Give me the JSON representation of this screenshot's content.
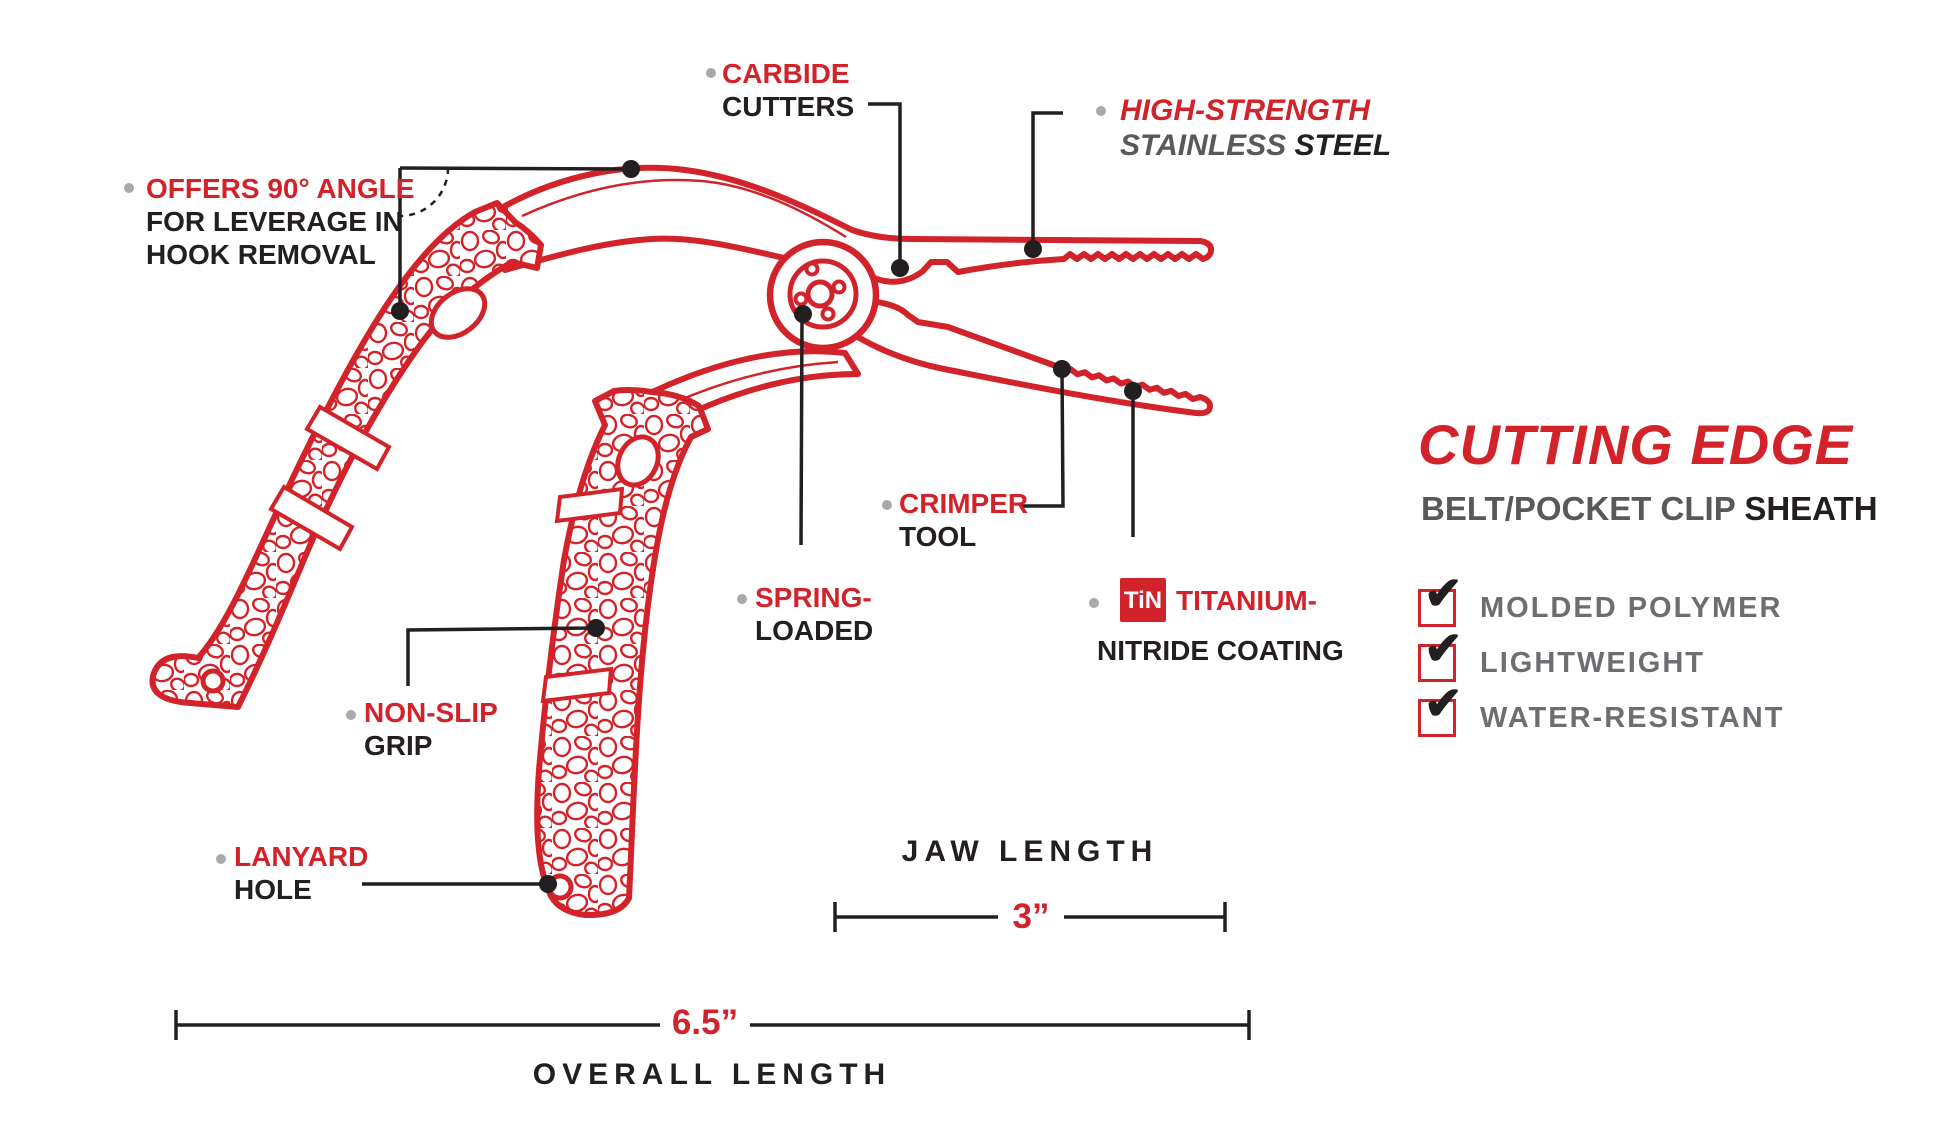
{
  "colors": {
    "red": "#D2232A",
    "black": "#231F20",
    "gray": "#58595B",
    "gray_light": "#6D6E71",
    "bullet_gray": "#A7A9AC"
  },
  "callouts": {
    "carbide": {
      "line1": "CARBIDE",
      "line2": "CUTTERS"
    },
    "high_strength": {
      "line1": "HIGH-STRENGTH",
      "line2_gray": "STAINLESS",
      "line2_black": "STEEL"
    },
    "angle": {
      "line1": "OFFERS 90° ANGLE",
      "line2": "FOR LEVERAGE IN",
      "line3": "HOOK REMOVAL"
    },
    "crimper": {
      "line1": "CRIMPER",
      "line2": "TOOL"
    },
    "spring": {
      "line1": "SPRING-",
      "line2": "LOADED"
    },
    "titanium": {
      "badge": "TiN",
      "line1": "TITANIUM-",
      "line2": "NITRIDE COATING"
    },
    "non_slip": {
      "line1": "NON-SLIP",
      "line2": "GRIP"
    },
    "lanyard": {
      "line1": "LANYARD",
      "line2": "HOLE"
    }
  },
  "dimensions": {
    "jaw": {
      "label": "JAW LENGTH",
      "value": "3”"
    },
    "overall": {
      "label": "OVERALL LENGTH",
      "value": "6.5”"
    }
  },
  "sheath": {
    "title": "CUTTING EDGE",
    "subtitle_gray": "BELT/POCKET CLIP",
    "subtitle_black": "SHEATH",
    "check_char": "✔",
    "features": [
      "MOLDED POLYMER",
      "LIGHTWEIGHT",
      "WATER-RESISTANT"
    ]
  }
}
